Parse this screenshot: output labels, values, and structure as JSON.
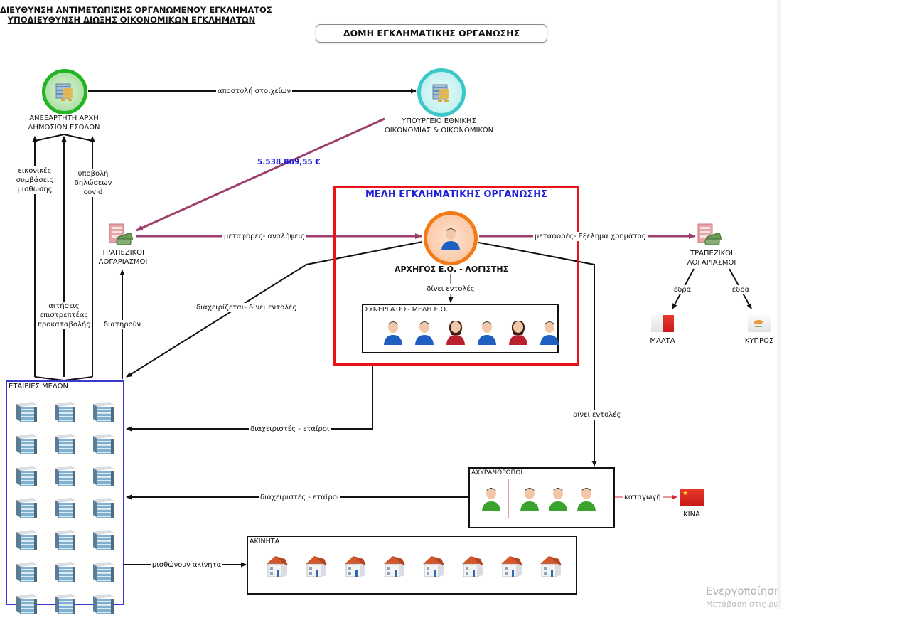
{
  "header": {
    "line1": "ΔΙΕΥΘΥΝΣΗ ΑΝΤΙΜΕΤΩΠΙΣΗΣ ΟΡΓΑΝΩΜΕΝΟΥ ΕΓΚΛΗΜΑΤΟΣ",
    "line2": "ΥΠΟΔΙΕΥΘΥΝΣΗ ΔΙΩΞΗΣ ΟΙΚΟΝΟΜΙΚΩΝ ΕΓΚΛΗΜΑΤΩΝ"
  },
  "title": "ΔΟΜΗ ΕΓΚΛΗΜΑΤΙΚΗΣ ΟΡΓΑΝΩΣΗΣ",
  "nodes": {
    "aade": {
      "line1": "ΑΝΕΞΑΡΤΗΤΗ ΑΡΧΗ",
      "line2": "ΔΗΜΟΣΙΩΝ ΕΣΟΔΩΝ",
      "icon": "government-building-icon",
      "ring_color": "#22b422"
    },
    "ministry": {
      "line1": "ΥΠΟΥΡΓΕΙΟ ΕΘΝΙΚΗΣ",
      "line2": "ΟΙΚΟΝΟΜΙΑΣ & ΟΙΚΟΝΟΜΙΚΩΝ",
      "icon": "government-building-icon",
      "ring_color": "#3cc8c8"
    },
    "bank_left": {
      "line1": "ΤΡΑΠΕΖΙΚΟΙ",
      "line2": "ΛΟΓΑΡΙΑΣΜΟΙ",
      "icon": "bank-statement-money-icon"
    },
    "bank_right": {
      "line1": "ΤΡΑΠΕΖΙΚΟΙ",
      "line2": "ΛΟΓΑΡΙΑΣΜΟΙ",
      "icon": "bank-statement-money-icon"
    },
    "leader": {
      "label": "ΑΡΧΗΓΟΣ Ε.Ο. - ΛΟΓΙΣΤΗΣ",
      "icon": "person-icon",
      "ring_color": "#f47a18"
    },
    "malta": {
      "label": "ΜΑΛΤΑ",
      "icon": "malta-flag-icon"
    },
    "cyprus": {
      "label": "ΚΥΠΡΟΣ",
      "icon": "cyprus-flag-icon"
    },
    "china": {
      "label": "ΚΙΝΑ",
      "icon": "china-flag-icon"
    }
  },
  "groups": {
    "org_members": {
      "title": "ΜΕΛΗ ΕΓΚΛΗΜΑΤΙΚΗΣ ΟΡΓΑΝΩΣΗΣ",
      "border_color": "#e8141a"
    },
    "collaborators": {
      "title": "ΣΥΝΕΡΓΑΤΕΣ- ΜΕΛΗ Ε.Ο.",
      "people": [
        "male",
        "male",
        "female",
        "male",
        "female",
        "male"
      ]
    },
    "companies": {
      "title": "ΕΤΑΙΡΙΕΣ ΜΕΛΩΝ",
      "count": 21,
      "border_color": "#3a3ad0"
    },
    "strawmen": {
      "title": "ΑΧΥΡΑΝΘΡΩΠΟΙ",
      "people_count": 4
    },
    "properties": {
      "title": "ΑΚΙΝΗΤΑ",
      "count": 8
    }
  },
  "edges": {
    "send_data": "αποστολή στοιχείων",
    "amount": "5.538.869,55 €",
    "transfers_withdrawals": "μεταφορές- αναλήψεις",
    "transfers_export": "μεταφορές- Εξέλημα χρημάτος",
    "gives_orders_inner": "δίνει εντολές",
    "manages_gives_orders": "διαχειρίζεται- δίνει εντολές",
    "gives_orders_right": "δίνει εντολές",
    "fake_leases": [
      "εικονικές",
      "συμβάσεις",
      "μίσθωσης"
    ],
    "covid_declarations": [
      "υποβολή",
      "δηλώσεων",
      "covid"
    ],
    "refund_requests": [
      "αιτήσεις",
      "επιστρεπτέας",
      "προκαταβολής"
    ],
    "maintain": "διατηρούν",
    "managers_partners_1": "διαχειριστές - εταίροι",
    "managers_partners_2": "διαχειριστές - εταίροι",
    "rent_properties": "μισθώνουν ακίνητα",
    "seat_1": "εδρα",
    "seat_2": "εδρα",
    "origin": "καταγωγή"
  },
  "colors": {
    "money_flow": "#9c3d6b",
    "amount_text": "#1a1adf"
  },
  "watermark": {
    "line1": "Ενεργοποίηση",
    "line2": "Μετάβαση στις ρυθμίσεις"
  }
}
